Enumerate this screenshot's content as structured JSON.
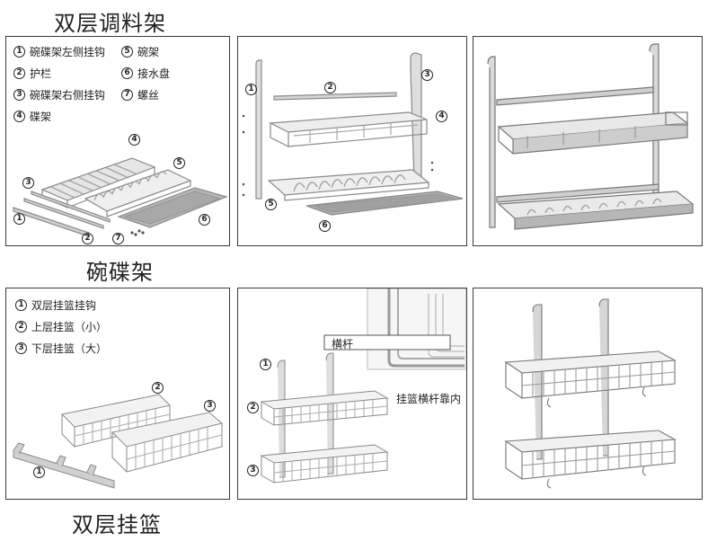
{
  "titles": {
    "main": "双层调料架",
    "dish_rack": "碗碟架",
    "basket": "双层挂篮"
  },
  "legend_top": [
    {
      "num": "1",
      "label": "碗碟架左侧挂钩"
    },
    {
      "num": "5",
      "label": "碗架"
    },
    {
      "num": "2",
      "label": "护栏"
    },
    {
      "num": "6",
      "label": "接水盘"
    },
    {
      "num": "3",
      "label": "碗碟架右侧挂钩"
    },
    {
      "num": "7",
      "label": "螺丝"
    },
    {
      "num": "4",
      "label": "碟架"
    }
  ],
  "legend_bottom": [
    {
      "num": "1",
      "label": "双层挂篮挂钩"
    },
    {
      "num": "2",
      "label": "上层挂篮（小）"
    },
    {
      "num": "3",
      "label": "下层挂篮（大）"
    }
  ],
  "markers": [
    "1",
    "2",
    "3",
    "4",
    "5",
    "6",
    "7"
  ],
  "callouts": {
    "crossbar": "横杆",
    "basket_note": "挂篮横杆靠内"
  },
  "colors": {
    "metal": "#9a9a9a",
    "metal_light": "#c8c8c8",
    "tray": "#b0b0b0",
    "border": "#3a3a3a"
  }
}
